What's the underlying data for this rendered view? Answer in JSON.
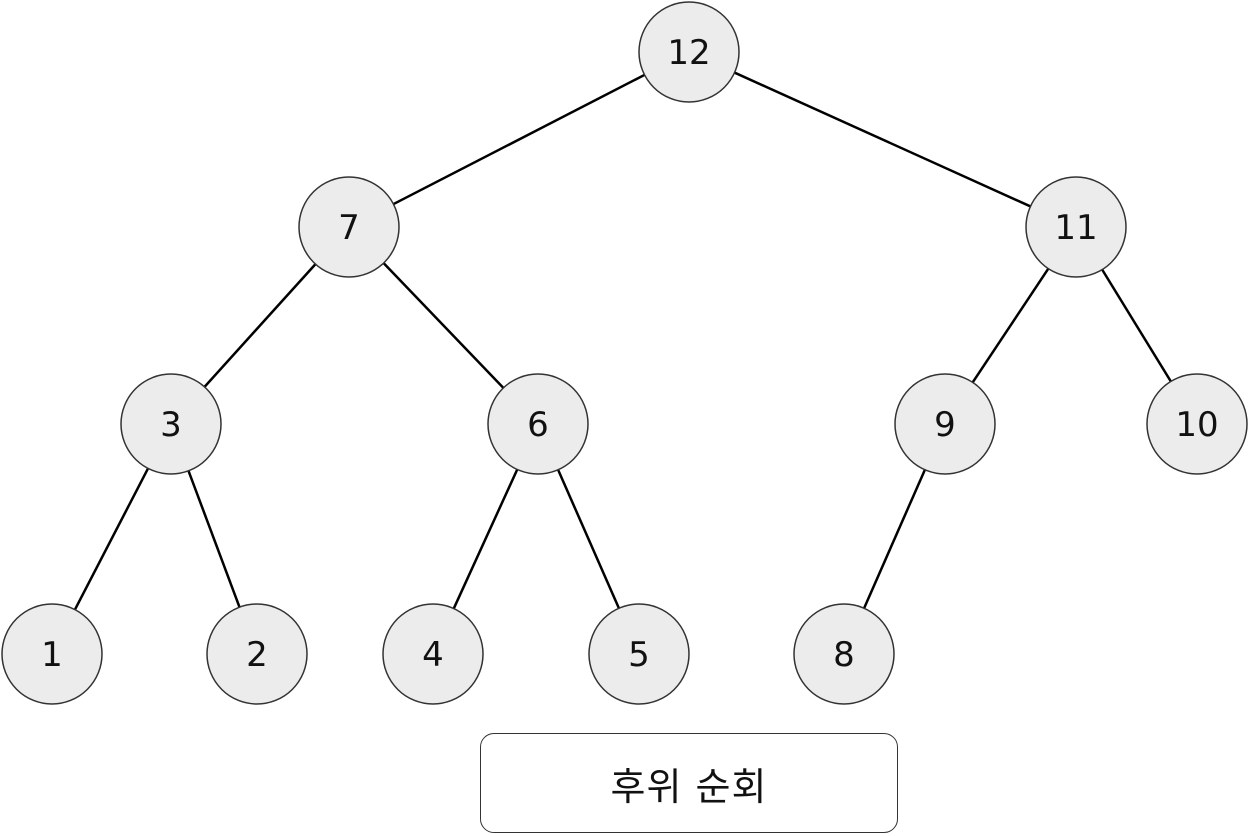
{
  "diagram": {
    "caption": "후위 순회",
    "node_fill": "#ececec",
    "nodes": [
      {
        "id": "n12",
        "label": "12"
      },
      {
        "id": "n7",
        "label": "7"
      },
      {
        "id": "n11",
        "label": "11"
      },
      {
        "id": "n3",
        "label": "3"
      },
      {
        "id": "n6",
        "label": "6"
      },
      {
        "id": "n9",
        "label": "9"
      },
      {
        "id": "n10",
        "label": "10"
      },
      {
        "id": "n1",
        "label": "1"
      },
      {
        "id": "n2",
        "label": "2"
      },
      {
        "id": "n4",
        "label": "4"
      },
      {
        "id": "n5",
        "label": "5"
      },
      {
        "id": "n8",
        "label": "8"
      }
    ],
    "edges": [
      {
        "from": "n12",
        "to": "n7"
      },
      {
        "from": "n12",
        "to": "n11"
      },
      {
        "from": "n7",
        "to": "n3"
      },
      {
        "from": "n7",
        "to": "n6"
      },
      {
        "from": "n11",
        "to": "n9"
      },
      {
        "from": "n11",
        "to": "n10"
      },
      {
        "from": "n3",
        "to": "n1"
      },
      {
        "from": "n3",
        "to": "n2"
      },
      {
        "from": "n6",
        "to": "n4"
      },
      {
        "from": "n6",
        "to": "n5"
      },
      {
        "from": "n9",
        "to": "n8"
      }
    ]
  }
}
